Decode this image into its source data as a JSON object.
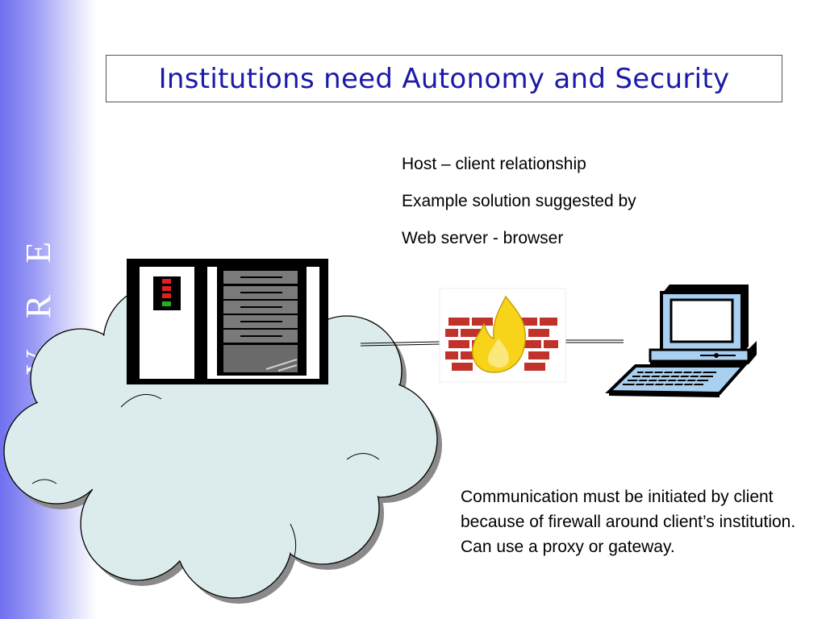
{
  "slide": {
    "title": "Institutions need Autonomy and Security",
    "side_label": "V R E",
    "host_client_lines": [
      "Host – client relationship",
      "Example solution suggested by",
      "Web server - browser"
    ],
    "communication_note": "Communication must be initiated by client because of firewall around client’s institution. Can use a proxy or gateway."
  },
  "icons": [
    "cloud-icon",
    "server-rack-icon",
    "firewall-icon",
    "computer-icon"
  ],
  "colors": {
    "side_band": "#6f6ff0",
    "title_text": "#1a1aa8",
    "cloud_fill": "#dcecec",
    "computer_fill": "#a9d0f0",
    "firewall_brick": "#c0322a",
    "firewall_flame": "#f7d419"
  }
}
